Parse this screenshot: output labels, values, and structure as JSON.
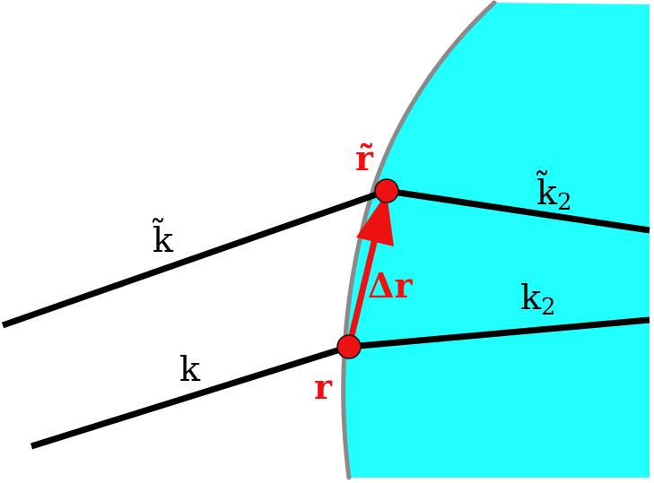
{
  "colors": {
    "medium_fill": "#22ffff",
    "interface_stroke": "#8a8a8a",
    "ray": "#000000",
    "accent": "#ee1111"
  },
  "labels": {
    "k_tilde": "k̃",
    "k": "k",
    "k2_tilde_base": "k̃",
    "k2_base": "k",
    "k2_subscript": "2",
    "r_tilde": "r̃",
    "r": "r",
    "delta_r": "Δr"
  }
}
